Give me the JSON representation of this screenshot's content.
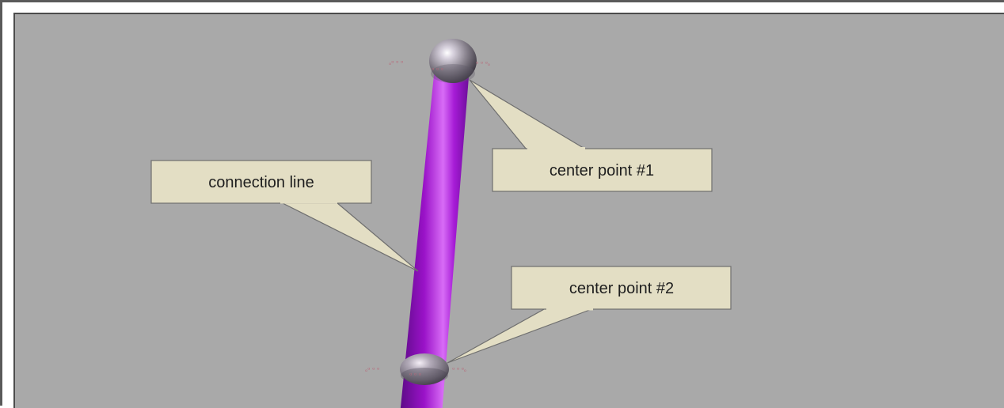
{
  "callouts": {
    "connection_line": "connection line",
    "center_point_1": "center point #1",
    "center_point_2": "center point #2"
  },
  "colors": {
    "background": "#a9a9a9",
    "rod": "#9a12c8",
    "callout_fill": "#e3dec4",
    "callout_stroke": "#6f6f6f",
    "sphere": "#8e8893"
  }
}
